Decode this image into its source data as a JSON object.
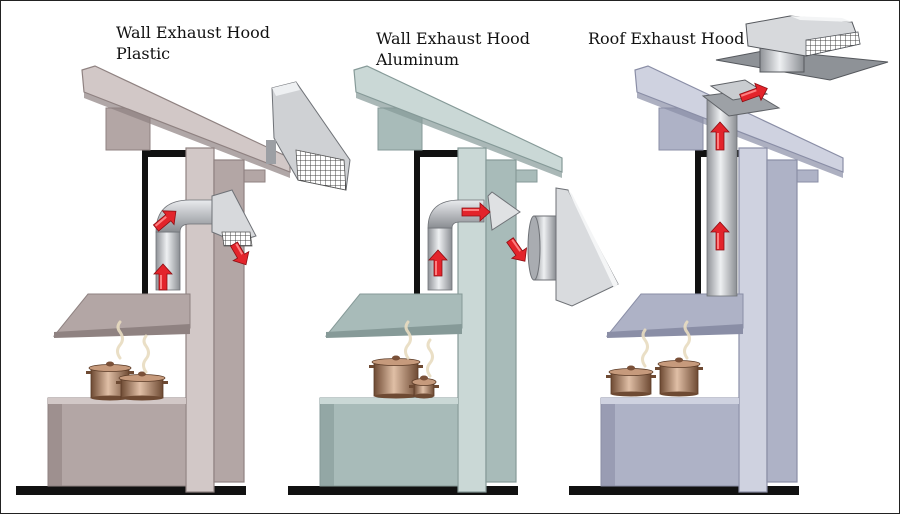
{
  "panels": [
    {
      "title_line1": "Wall Exhaust Hood",
      "title_line2": "Plastic",
      "color": "#b3a6a5",
      "color_dark": "#8f8281",
      "color_light": "#d2c8c7"
    },
    {
      "title_line1": "Wall Exhaust Hood",
      "title_line2": "Aluminum",
      "color": "#a8bbb9",
      "color_dark": "#869a98",
      "color_light": "#cad8d6"
    },
    {
      "title_line1": "Roof Exhaust Hood",
      "title_line2": "",
      "color": "#aeb2c6",
      "color_dark": "#8a8ea6",
      "color_light": "#cfd2e0"
    }
  ],
  "colors": {
    "arrow": "#e3242b",
    "arrow_light": "#ff8a8a",
    "steel": "#c9cbcf",
    "steel_dark": "#8a8d92",
    "copper": "#a87c5f",
    "ground": "#111111",
    "steam": "#e8dcc0"
  },
  "icons": [
    "exhaust-hood-icon",
    "roof-vent-icon",
    "cooking-pot-icon",
    "airflow-arrow-icon"
  ]
}
